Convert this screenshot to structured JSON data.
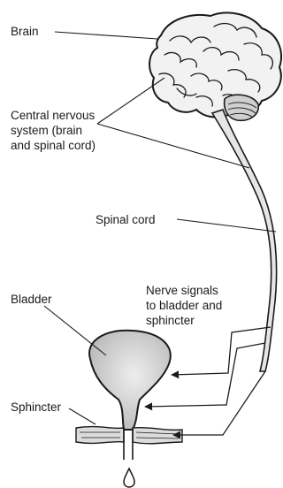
{
  "labels": {
    "brain": "Brain",
    "cns": [
      "Central nervous",
      "system (brain",
      "and spinal cord)"
    ],
    "spinal_cord": "Spinal cord",
    "bladder": "Bladder",
    "nerve_signals": [
      "Nerve signals",
      "to bladder and",
      "sphincter"
    ],
    "sphincter": "Sphincter"
  },
  "colors": {
    "ink": "#1a1a1a",
    "bladder_fill": "#d9d9d9",
    "brain_fill": "#f2f2f2"
  }
}
